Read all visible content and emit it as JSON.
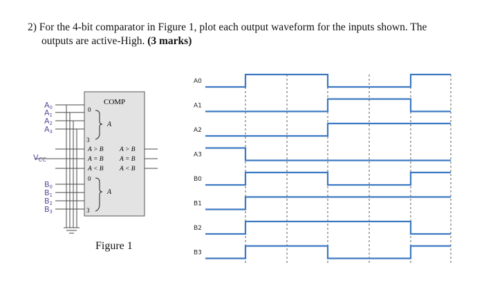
{
  "question": {
    "line1": "2) For the 4-bit comparator in Figure 1, plot each output waveform for the inputs shown. The",
    "line2_text": "outputs are active-High. ",
    "marks": "(3 marks)"
  },
  "figure": {
    "caption": "Figure 1",
    "block_title": "COMP",
    "pin_a_top": "0",
    "pin_a_bottom": "3",
    "pin_b_top": "0",
    "pin_b_bottom": "3",
    "group_a": "A",
    "group_b": "A",
    "vcc": "V",
    "vcc_sub": "CC",
    "inputs_a": [
      "A",
      "A",
      "A",
      "A"
    ],
    "inputs_b": [
      "B",
      "B",
      "B",
      "B"
    ],
    "subscripts": [
      "0",
      "1",
      "2",
      "3"
    ],
    "outputs_left": [
      "A > B",
      "A = B",
      "A < B"
    ],
    "outputs_right": [
      "A > B",
      "A = B",
      "A < B"
    ]
  },
  "waveforms": {
    "signals": [
      {
        "label": "A0",
        "levels": [
          0,
          1,
          0,
          1
        ]
      },
      {
        "label": "A1",
        "levels": [
          0,
          0,
          1,
          0
        ]
      },
      {
        "label": "A2",
        "levels": [
          0,
          0,
          1,
          1
        ]
      },
      {
        "label": "A3",
        "levels": [
          1,
          0,
          0,
          0
        ]
      },
      {
        "label": "B0",
        "levels": [
          0,
          1,
          0,
          1
        ]
      },
      {
        "label": "B1",
        "levels": [
          0,
          1,
          1,
          1
        ]
      },
      {
        "label": "B2",
        "levels": [
          0,
          1,
          1,
          0
        ]
      },
      {
        "label": "B3",
        "levels": [
          0,
          1,
          0,
          1
        ]
      }
    ],
    "wave_color": "#3b78c2"
  }
}
